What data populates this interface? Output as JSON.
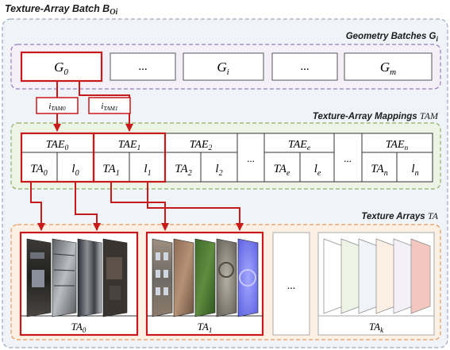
{
  "outer_title": {
    "main": "Texture-Array Batch B",
    "sub": "Oi"
  },
  "geometry": {
    "title": {
      "main": "Geometry Batches G",
      "sub": "i"
    },
    "batches": [
      {
        "base": "G",
        "sub": "0"
      },
      {
        "base": "...",
        "sub": ""
      },
      {
        "base": "G",
        "sub": "i"
      },
      {
        "base": "...",
        "sub": ""
      },
      {
        "base": "G",
        "sub": "m"
      }
    ],
    "indices": [
      {
        "base": "i",
        "sub": "TAM0"
      },
      {
        "base": "i",
        "sub": "TAM1"
      }
    ]
  },
  "mappings": {
    "title": {
      "main": "Texture-Array Mappings ",
      "symbol": "TAM"
    },
    "entries": [
      {
        "tae": "TAE",
        "tae_sub": "0",
        "ta": "TA",
        "ta_sub": "0",
        "l": "l",
        "l_sub": "0"
      },
      {
        "tae": "TAE",
        "tae_sub": "1",
        "ta": "TA",
        "ta_sub": "1",
        "l": "l",
        "l_sub": "1"
      },
      {
        "tae": "TAE",
        "tae_sub": "2",
        "ta": "TA",
        "ta_sub": "2",
        "l": "l",
        "l_sub": "2"
      },
      {
        "tae": "TAE",
        "tae_sub": "e",
        "ta": "TA",
        "ta_sub": "e",
        "l": "l",
        "l_sub": "e"
      },
      {
        "tae": "TAE",
        "tae_sub": "n",
        "ta": "TA",
        "ta_sub": "n",
        "l": "l",
        "l_sub": "n"
      }
    ],
    "ellipsis": "..."
  },
  "arrays": {
    "title": {
      "main": "Texture Arrays ",
      "symbol": "TA"
    },
    "labels": [
      {
        "base": "TA",
        "sub": "0"
      },
      {
        "base": "TA",
        "sub": "1"
      },
      {
        "base": "TA",
        "sub": "k"
      }
    ],
    "ellipsis": "..."
  },
  "colors": {
    "highlight": "#c8191b",
    "outer_fill": "#f0f3f8",
    "outer_border": "#9aaac0",
    "geometry_fill": "#f4f0f8",
    "geometry_border": "#9a7bbd",
    "mapping_fill": "#edf3e5",
    "mapping_border": "#8cb06a",
    "array_fill": "#fcefe4",
    "array_border": "#e99a5a"
  }
}
